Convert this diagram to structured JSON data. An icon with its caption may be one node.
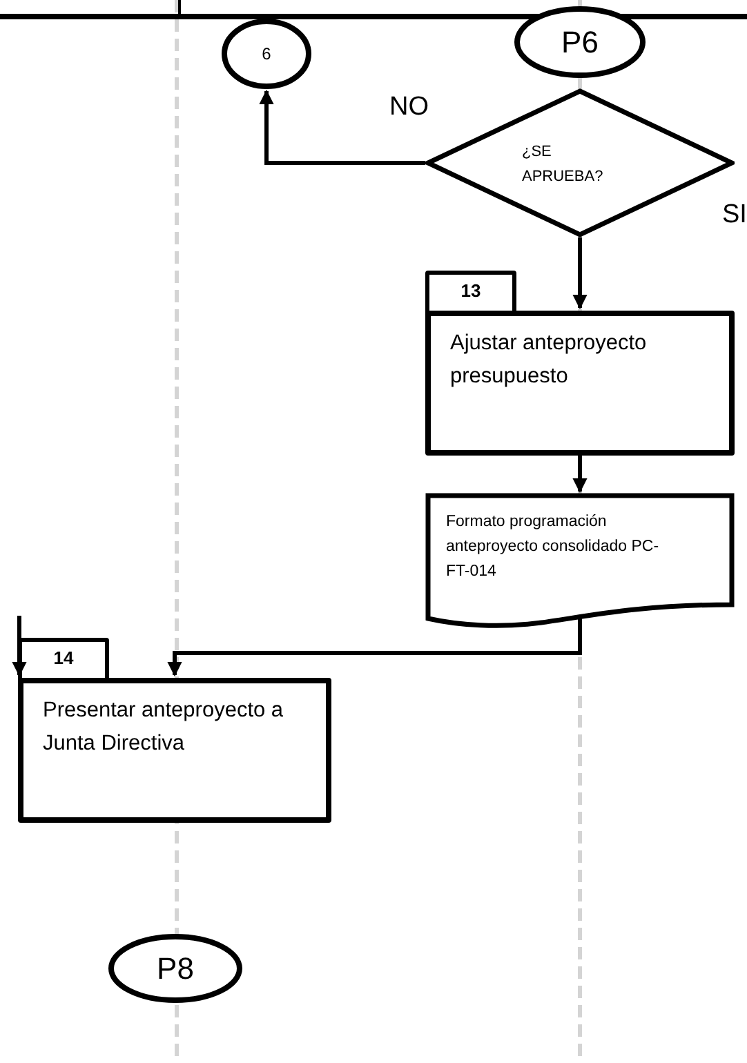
{
  "diagram": {
    "nodes": [
      {
        "text": [
          "6"
        ]
      },
      {
        "text": [
          "P6"
        ]
      },
      {
        "text": [
          "¿SE APRUEBA?"
        ]
      },
      {
        "text": [
          "13",
          "Ajustar anteproyecto presupuesto"
        ]
      },
      {
        "text": [
          "Formato programación anteproyecto consolidado PC-FT-014"
        ]
      },
      {
        "text": [
          "14",
          "Presentar anteproyecto a Junta Directiva"
        ]
      },
      {
        "text": [
          "P8"
        ]
      }
    ],
    "edges": [
      {
        "from": 2,
        "to": 0,
        "arrow": "to"
      },
      {
        "from": 2,
        "to": 3,
        "arrow": "to"
      },
      {
        "from": 3,
        "to": 4,
        "arrow": "to"
      },
      {
        "from": 4,
        "to": 5,
        "arrow": "to"
      },
      {
        "from": null,
        "to": 5,
        "arrow": "to"
      }
    ],
    "labels": [
      "NO",
      "SI"
    ]
  }
}
